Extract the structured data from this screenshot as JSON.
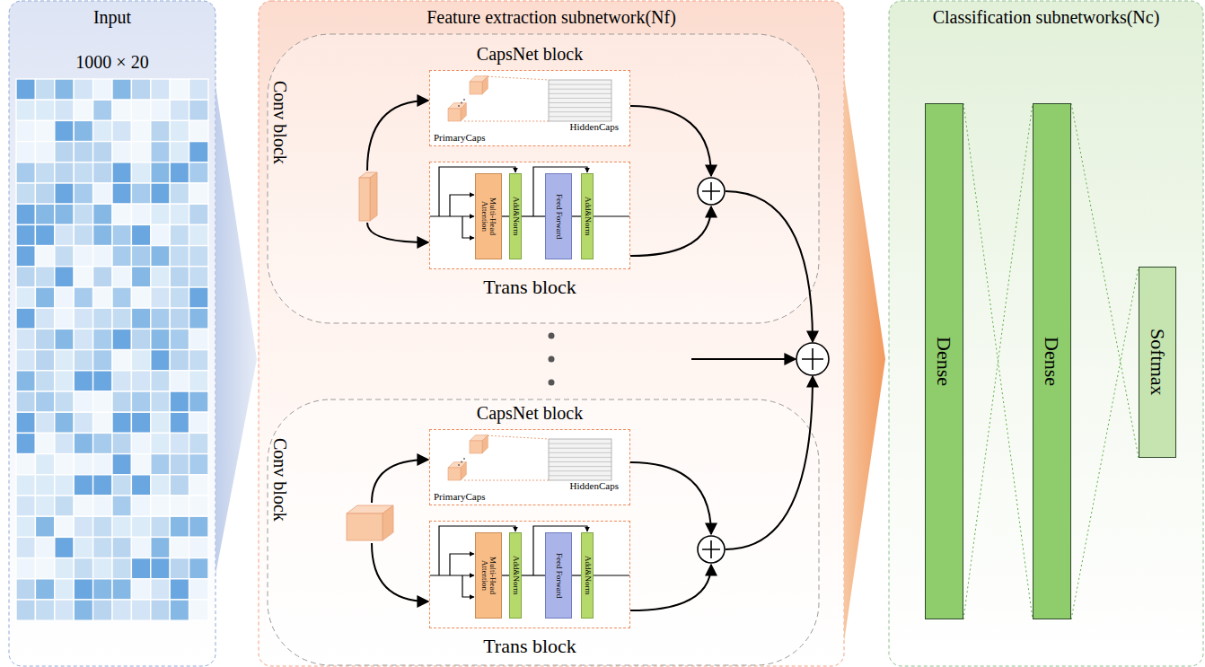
{
  "diagram": {
    "nodes": [
      {
        "text": [
          "Input",
          "1000 × 20"
        ]
      },
      {
        "text": [
          "Feature extraction subnetwork(Nf)"
        ]
      },
      {
        "text": [
          "Classification subnetworks(Nc)"
        ]
      },
      {
        "text": [
          "Conv block"
        ],
        "in": 1
      },
      {
        "text": [
          "CapsNet block",
          "PrimaryCaps",
          "HiddenCaps"
        ],
        "in": 1
      },
      {
        "text": [
          "Trans block"
        ],
        "in": 1
      },
      {
        "text": [
          "Multi-Head Attention"
        ],
        "in": 5
      },
      {
        "text": [
          "Add&Norm"
        ],
        "in": 5
      },
      {
        "text": [
          "Feed Forward"
        ],
        "in": 5
      },
      {
        "text": [
          "Add&Norm"
        ],
        "in": 5
      },
      {
        "text": [
          "Conv block"
        ],
        "in": 1
      },
      {
        "text": [
          "CapsNet block",
          "PrimaryCaps",
          "HiddenCaps"
        ],
        "in": 1
      },
      {
        "text": [
          "Trans block"
        ],
        "in": 1
      },
      {
        "text": [
          "Multi-Head Attention"
        ],
        "in": 12
      },
      {
        "text": [
          "Add&Norm"
        ],
        "in": 12
      },
      {
        "text": [
          "Feed Forward"
        ],
        "in": 12
      },
      {
        "text": [
          "Add&Norm"
        ],
        "in": 12
      },
      {
        "text": [
          "Dense"
        ],
        "in": 2
      },
      {
        "text": [
          "Dense"
        ],
        "in": 2
      },
      {
        "text": [
          "Softmax"
        ],
        "in": 2
      }
    ],
    "edges": [
      {
        "from": 3,
        "to": 4,
        "arrow": "to"
      },
      {
        "from": 3,
        "to": 5,
        "arrow": "to"
      },
      {
        "from": 6,
        "to": 7,
        "arrow": "none"
      },
      {
        "from": 7,
        "to": 8,
        "arrow": "none"
      },
      {
        "from": 8,
        "to": 9,
        "arrow": "none"
      },
      {
        "from": 10,
        "to": 11,
        "arrow": "to"
      },
      {
        "from": 10,
        "to": 12,
        "arrow": "to"
      },
      {
        "from": 13,
        "to": 14,
        "arrow": "none"
      },
      {
        "from": 14,
        "to": 15,
        "arrow": "none"
      },
      {
        "from": 15,
        "to": 16,
        "arrow": "none"
      },
      {
        "from": 17,
        "to": 18,
        "arrow": "none"
      },
      {
        "from": 18,
        "to": 19,
        "arrow": "none"
      }
    ]
  }
}
